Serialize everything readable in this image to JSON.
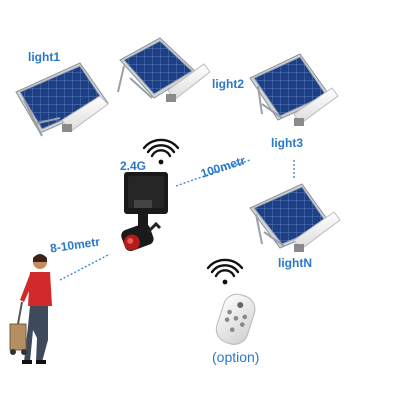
{
  "labels": {
    "light1": "light1",
    "light2": "light2",
    "light3": "light3",
    "lightN": "lightN",
    "freq": "2.4G",
    "distance_sensor": "8-10metr",
    "distance_lights": "100metr",
    "option": "(option)"
  },
  "colors": {
    "label": "#2a78c8",
    "panel": "#1d3f86",
    "frame": "#cfd6dc",
    "lamp": "#f1f1f1",
    "sensor": "#1a1a1a",
    "shirt": "#d22a2a"
  },
  "icons": [
    "wifi-icon",
    "solar-light-icon",
    "motion-sensor-icon",
    "remote-control-icon",
    "person-with-cart-icon"
  ]
}
